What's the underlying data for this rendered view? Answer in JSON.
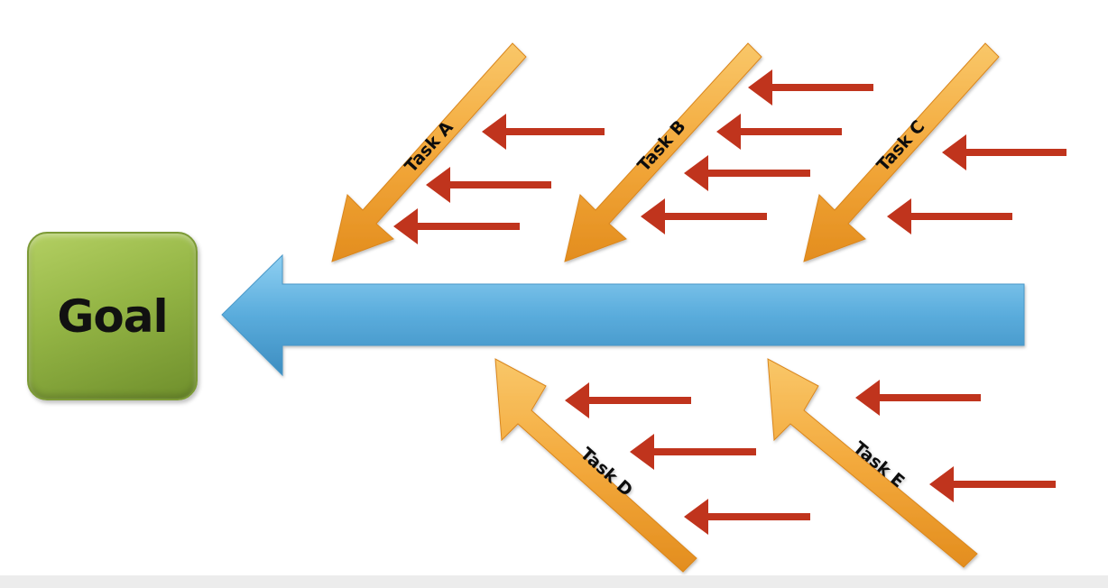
{
  "diagram": {
    "goal_label": "Goal",
    "tasks": [
      {
        "id": "a",
        "label": "Task A"
      },
      {
        "id": "b",
        "label": "Task B"
      },
      {
        "id": "c",
        "label": "Task C"
      },
      {
        "id": "d",
        "label": "Task D"
      },
      {
        "id": "e",
        "label": "Task E"
      }
    ]
  },
  "colors": {
    "spine": "#5aacdc",
    "task_arrow": "#f3a93c",
    "cause_arrow": "#c0341d",
    "goal_box": "#94b545"
  }
}
